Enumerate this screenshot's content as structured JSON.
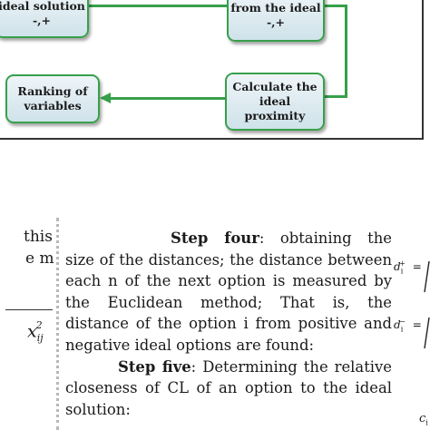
{
  "flowchart": {
    "node_ideal_solution": [
      "ideal solution",
      "-,+"
    ],
    "node_from_ideal": [
      "from the ideal",
      "-,+"
    ],
    "node_ranking": [
      "Ranking of",
      "variables"
    ],
    "node_calculate": [
      "Calculate the",
      "ideal",
      "proximity"
    ],
    "colors": {
      "border": "#37a04a",
      "fill": "#d8e8ee"
    }
  },
  "left_fragments": {
    "line1": "this",
    "line2": "e m",
    "formula_tail": "x"
  },
  "body": {
    "step4_label": "Step four",
    "step4_text": ": obtaining the size of the distances; the distance between each n of the next option is measured by the Euclidean method; That is, the distance of the option i from positive and negative ideal options are found:",
    "step5_label": "Step five",
    "step5_text": ": Determining the relative closeness of CL of an option to the ideal solution:"
  },
  "equations": {
    "d_plus": "d",
    "d_minus": "d",
    "c_label": "c"
  }
}
